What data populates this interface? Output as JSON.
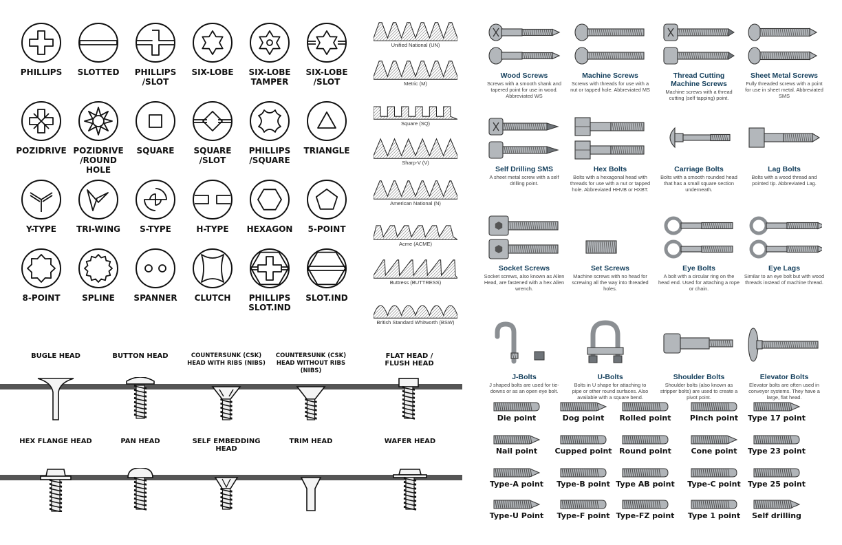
{
  "drive_types": [
    {
      "label": "PHILLIPS",
      "icon": "phillips-drive-icon"
    },
    {
      "label": "SLOTTED",
      "icon": "slotted-drive-icon"
    },
    {
      "label": "PHILLIPS\n/SLOT",
      "icon": "phillips-slot-drive-icon"
    },
    {
      "label": "SIX-LOBE",
      "icon": "six-lobe-drive-icon"
    },
    {
      "label": "SIX-LOBE\nTAMPER",
      "icon": "six-lobe-tamper-drive-icon"
    },
    {
      "label": "SIX-LOBE\n/SLOT",
      "icon": "six-lobe-slot-drive-icon"
    },
    {
      "label": "POZIDRIVE",
      "icon": "pozidrive-drive-icon"
    },
    {
      "label": "POZIDRIVE\n/ROUND HOLE",
      "icon": "pozidrive-round-hole-drive-icon"
    },
    {
      "label": "SQUARE",
      "icon": "square-drive-icon"
    },
    {
      "label": "SQUARE\n/SLOT",
      "icon": "square-slot-drive-icon"
    },
    {
      "label": "PHILLIPS\n/SQUARE",
      "icon": "phillips-square-drive-icon"
    },
    {
      "label": "TRIANGLE",
      "icon": "triangle-drive-icon"
    },
    {
      "label": "Y-TYPE",
      "icon": "y-type-drive-icon"
    },
    {
      "label": "TRI-WING",
      "icon": "tri-wing-drive-icon"
    },
    {
      "label": "S-TYPE",
      "icon": "s-type-drive-icon"
    },
    {
      "label": "H-TYPE",
      "icon": "h-type-drive-icon"
    },
    {
      "label": "HEXAGON",
      "icon": "hexagon-drive-icon"
    },
    {
      "label": "5-POINT",
      "icon": "five-point-drive-icon"
    },
    {
      "label": "8-POINT",
      "icon": "eight-point-drive-icon"
    },
    {
      "label": "SPLINE",
      "icon": "spline-drive-icon"
    },
    {
      "label": "SPANNER",
      "icon": "spanner-drive-icon"
    },
    {
      "label": "CLUTCH",
      "icon": "clutch-drive-icon"
    },
    {
      "label": "PHILLIPS\nSLOT.IND",
      "icon": "phillips-slot-ind-drive-icon"
    },
    {
      "label": "SLOT.IND",
      "icon": "slot-ind-drive-icon"
    }
  ],
  "thread_profiles": [
    "Unified National (UN)",
    "Metric (M)",
    "Square (SQ)",
    "Sharp-V (V)",
    "American National (N)",
    "Acme (ACME)",
    "Buttress (BUTTRESS)",
    "British Standard Whitworth (BSW)"
  ],
  "head_types_row1": [
    "BUGLE HEAD",
    "BUTTON HEAD",
    "COUNTERSUNK (CSK)\nHEAD WITH RIBS (NIBS)",
    "COUNTERSUNK (CSK)\nHEAD WITHOUT RIBS (NIBS)",
    "FLAT HEAD /\nFLUSH HEAD"
  ],
  "head_types_row2": [
    "HEX FLANGE HEAD",
    "PAN HEAD",
    "SELF EMBEDDING HEAD",
    "TRIM HEAD",
    "WAFER HEAD"
  ],
  "fasteners": [
    {
      "title": "Wood Screws",
      "desc": "Screws with a smooth shank and tapered point for use in wood. Abbreviated WS"
    },
    {
      "title": "Machine Screws",
      "desc": "Screws with threads for use with a nut or tapped hole. Abbreviated MS"
    },
    {
      "title": "Thread Cutting\nMachine Screws",
      "desc": "Machine screws with a thread cutting (self tapping) point."
    },
    {
      "title": "Sheet Metal Screws",
      "desc": "Fully threaded screws with a point for use in sheet metal. Abbreviated SMS"
    },
    {
      "title": "Self Drilling SMS",
      "desc": "A sheet metal screw with a self drilling point."
    },
    {
      "title": "Hex Bolts",
      "desc": "Bolts with a hexagonal head with threads for use with a nut or tapped hole. Abbreviated HHVB or HXBT."
    },
    {
      "title": "Carriage Bolts",
      "desc": "Bolts with a smooth rounded head that has a small square section underneath."
    },
    {
      "title": "Lag Bolts",
      "desc": "Bolts with a wood thread and pointed tip. Abbreviated Lag."
    },
    {
      "title": "Socket Screws",
      "desc": "Socket screws, also known as Allen Head, are fastened with a hex Allen wrench."
    },
    {
      "title": "Set Screws",
      "desc": "Machine screws with no head for screwing all the way into threaded holes."
    },
    {
      "title": "Eye Bolts",
      "desc": "A bolt with a circular ring on the head end. Used for attaching a rope or chain."
    },
    {
      "title": "Eye Lags",
      "desc": "Similar to an eye bolt but with wood threads instead of machine thread."
    },
    {
      "title": "J-Bolts",
      "desc": "J shaped bolts are used for tie-downs or as an open eye bolt."
    },
    {
      "title": "U-Bolts",
      "desc": "Bolts in U shape for attaching to pipe or other round surfaces. Also available with a square bend."
    },
    {
      "title": "Shoulder Bolts",
      "desc": "Shoulder bolts (also known as stripper bolts) are used to create a pivot point."
    },
    {
      "title": "Elevator Bolts",
      "desc": "Elevator bolts are often used in conveyor systems. They have a large, flat head."
    }
  ],
  "screw_points": [
    "Die point",
    "Dog point",
    "Rolled point",
    "Pinch point",
    "Type 17 point",
    "Nail point",
    "Cupped point",
    "Round point",
    "Cone point",
    "Type 23 point",
    "Type-A point",
    "Type-B point",
    "Type AB point",
    "Type-C point",
    "Type 25 point",
    "Type-U Point",
    "Type-F point",
    "Type-FZ point",
    "Type 1 point",
    "Self drilling"
  ],
  "colors": {
    "title_blue": "#143f5c",
    "metal": "#a9adb1",
    "plate": "#555555"
  }
}
